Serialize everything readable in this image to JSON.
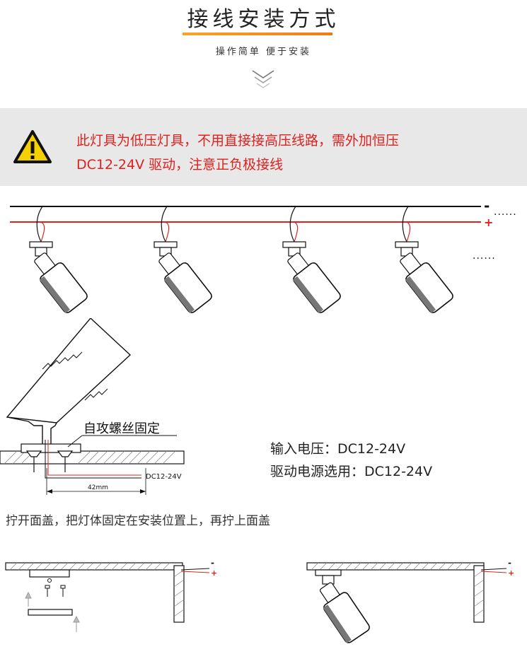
{
  "header": {
    "title": "接线安装方式",
    "subtitle": "操作简单   便于安装"
  },
  "warning": {
    "line1": "此灯具为低压灯具，不用直接接高压线路，需外加恒压",
    "line2": "DC12-24V 驱动，注意正负极接线",
    "icon": "warning-triangle-icon",
    "color": "#e0201c"
  },
  "wiring": {
    "negative_symbol": "-",
    "positive_symbol": "+",
    "continuation": "......"
  },
  "detail": {
    "screw_label": "自攻螺丝固定",
    "dc_label": "DC12-24V",
    "dimension_label": "42mm",
    "input_voltage": "输入电压：DC12-24V",
    "driver_power": "驱动电源选用：DC12-24V"
  },
  "step": {
    "text": "拧开面盖，把灯体固定在安装位置上，再拧上面盖",
    "minus": "-",
    "plus": "+"
  },
  "colors": {
    "accent": "#f07a1a",
    "warning_red": "#e0201c",
    "band_gray": "#e8e8e8"
  }
}
